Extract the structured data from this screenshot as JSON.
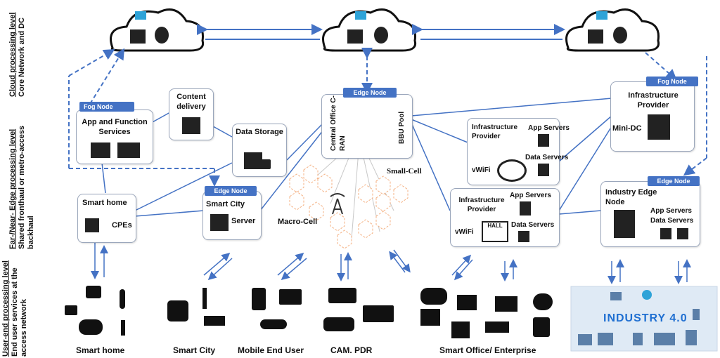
{
  "levels": {
    "cloud": {
      "title": "Cloud processing level",
      "subtitle": "Core Network and DC"
    },
    "edge": {
      "title": "Far-/Near- Edge processing level",
      "subtitle": "Shared fronthaul or metro-access backhaul"
    },
    "user": {
      "title": "User-end processing level",
      "subtitle": "End user services at the access network"
    }
  },
  "nodes": {
    "fog_left": {
      "badge": "Fog Node",
      "title": "App and Function Services"
    },
    "content": {
      "title": "Content delivery"
    },
    "storage": {
      "title": "Data Storage"
    },
    "central": {
      "badge": "Edge Node",
      "left": "Central Office C-RAN",
      "right": "BBU Pool"
    },
    "smart_home": {
      "title": "Smart home",
      "sub": "CPEs"
    },
    "smart_city": {
      "badge": "Edge Node",
      "title": "Smart City",
      "sub": "Server"
    },
    "macro": {
      "title": "Macro-Cell"
    },
    "small": {
      "title": "Small-Cell"
    },
    "infra1": {
      "title": "Infrastructure Provider",
      "app": "App Servers",
      "data": "Data Servers",
      "vwifi": "vWiFi"
    },
    "infra2": {
      "title": "Infrastructure Provider",
      "app": "App Servers",
      "data": "Data Servers",
      "vwifi": "vWiFi",
      "hall": "HALL"
    },
    "fog_right": {
      "badge": "Fog Node",
      "title": "Infrastructure Provider",
      "sub": "Mini-DC"
    },
    "industry": {
      "badge": "Edge Node",
      "title": "Industry Edge Node",
      "app": "App Servers",
      "data": "Data Servers"
    }
  },
  "bottom_labels": [
    "Smart home",
    "Smart City",
    "Mobile End User",
    "CAM. PDR",
    "Smart Office/ Enterprise"
  ],
  "industry_banner": "INDUSTRY 4.0",
  "colors": {
    "line": "#4472c4",
    "badge": "#4472c4",
    "box_border": "#9aa6bb",
    "cell": "#f4b183"
  }
}
